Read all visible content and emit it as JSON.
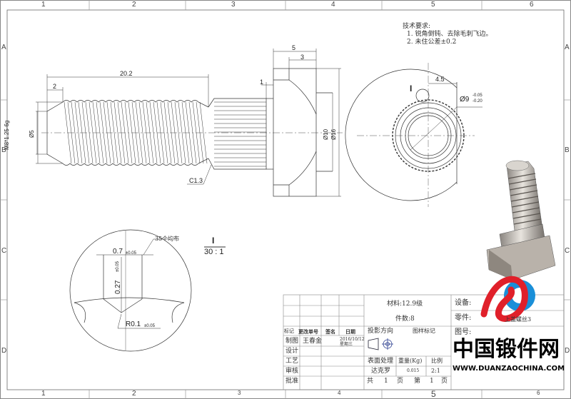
{
  "frame": {
    "columns": [
      "1",
      "2",
      "3",
      "4",
      "5",
      "6"
    ],
    "rows": [
      "A",
      "B",
      "C",
      "D"
    ]
  },
  "tech_requirements": {
    "title": "技术要求:",
    "items": [
      "1. 锐角倒钝、去除毛刺飞边。",
      "2. 未住公差±0.2"
    ]
  },
  "side_view": {
    "thread_spec": "M8*1.25-6g",
    "tip_diameter": "Ø5",
    "thread_length": "20.2",
    "tip_length": "2",
    "chamfer": "C1.3",
    "gap": "1",
    "head_width": "5",
    "flange_width": "3",
    "hub_diameter": "Ø10",
    "head_diameter": "Ø16"
  },
  "end_view": {
    "detail_marker": "I",
    "offset": "4.5",
    "knurl_diameter": "Ø9",
    "tol_upper": "-0.05",
    "tol_lower": "-0.20"
  },
  "detail_view": {
    "label": "I",
    "scale": "30 : 1",
    "note": "35个均布",
    "tooth_width": "0.7",
    "tooth_width_tol": "±0.05",
    "tooth_depth": "0.27",
    "tooth_depth_tol": "±0.05",
    "radius": "R0.1",
    "radius_tol": "±0.05"
  },
  "title_block": {
    "material": "材料:12.9级",
    "quantity": "件数:8",
    "equipment_label": "设备:",
    "part_label": "零件:",
    "part_name": "上盖螺丝3",
    "drawing_no_label": "图号:",
    "headers": [
      "标记",
      "更改单号",
      "签名",
      "日期"
    ],
    "projection": "投影方向",
    "sample_mark": "图样标记",
    "roles": [
      "制图",
      "设计",
      "工艺",
      "审核",
      "批准"
    ],
    "drafter": "王春金",
    "date": "2016/10/12 星期三",
    "surface_label": "表面处理",
    "surface_value": "达克罗",
    "weight_label": "重量(Kg)",
    "weight_value": "0.015",
    "scale_label": "比例",
    "scale_value": "2:1",
    "pages": [
      "共",
      "1",
      "页",
      "第",
      "1",
      "页"
    ]
  },
  "watermark": {
    "name": "中国锻件网",
    "url": "WWW.DUANZAOCHINA.COM",
    "colors": {
      "red": "#e0202a",
      "blue": "#1a8fd8"
    }
  }
}
